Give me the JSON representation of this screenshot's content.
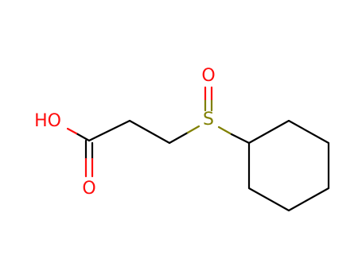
{
  "colors": {
    "bond": "#000000",
    "oxygen": "#ff0d0d",
    "sulfur": "#808000",
    "background": "#ffffff"
  },
  "labels": {
    "hydroxyl": "HO",
    "sulfur": "S",
    "sulfoxide_oxygen": "O",
    "carbonyl_oxygen": "O"
  }
}
